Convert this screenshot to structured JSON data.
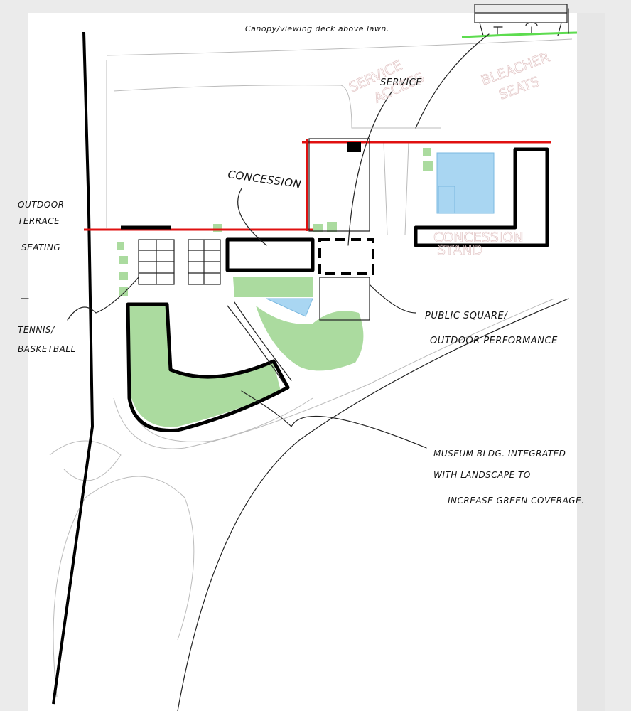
{
  "title": "Site plan sketch",
  "labels": {
    "canopy": "Canopy/viewing deck above lawn.",
    "service": "SERVICE",
    "concession": "CONCESSION",
    "terrace_1": "OUTDOOR",
    "terrace_2": "TERRACE",
    "terrace_3": "SEATING",
    "tennis_1": "TENNIS/",
    "tennis_2": "BASKETBALL",
    "square_1": "PUBLIC SQUARE/",
    "square_2": "OUTDOOR PERFORMANCE",
    "museum_1": "MUSEUM BLDG. INTEGRATED",
    "museum_2": "WITH LANDSCAPE TO",
    "museum_3": "INCREASE GREEN COVERAGE."
  },
  "faint_labels": {
    "service_access_1": "SERVICE",
    "service_access_2": "ACCESS",
    "bleacher_1": "BLEACHER",
    "bleacher_2": "SEATS",
    "stand_1": "CONCESSION",
    "stand_2": "STAND"
  },
  "colors": {
    "boundary": "#e01010",
    "green": "#8fcf7f",
    "water": "#a9d6f2",
    "ink": "#000000"
  }
}
